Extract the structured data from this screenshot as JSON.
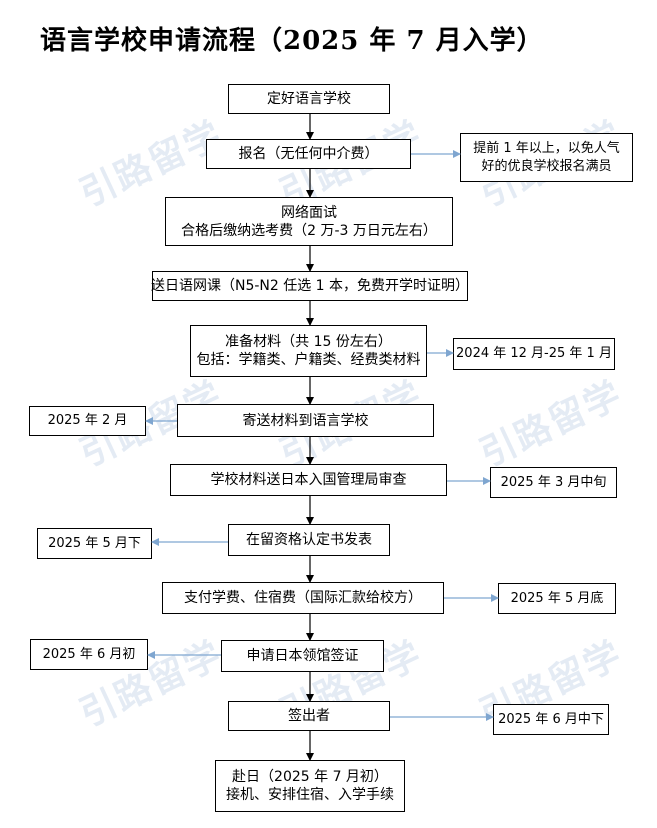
{
  "title": "语言学校申请流程（2025 年 7 月入学）",
  "watermark": "引路留学",
  "steps": [
    {
      "lines": [
        "定好语言学校"
      ]
    },
    {
      "lines": [
        "报名（无任何中介费）"
      ]
    },
    {
      "lines": [
        "网络面试",
        "合格后缴纳选考费（2 万-3 万日元左右）"
      ]
    },
    {
      "lines": [
        "送日语网课（N5-N2 任选 1 本，免费开学时证明）"
      ]
    },
    {
      "lines": [
        "准备材料（共 15 份左右）",
        "包括：学籍类、户籍类、经费类材料"
      ]
    },
    {
      "lines": [
        "寄送材料到语言学校"
      ]
    },
    {
      "lines": [
        "学校材料送日本入国管理局审查"
      ]
    },
    {
      "lines": [
        "在留资格认定书发表"
      ]
    },
    {
      "lines": [
        "支付学费、住宿费（国际汇款给校方）"
      ]
    },
    {
      "lines": [
        "申请日本领馆签证"
      ]
    },
    {
      "lines": [
        "签出者"
      ]
    },
    {
      "lines": [
        "赴日（2025 年 7 月初）",
        "接机、安排住宿、入学手续"
      ]
    }
  ],
  "notes": [
    {
      "lines": [
        "提前 1 年以上，以免人气",
        "好的优良学校报名满员"
      ]
    },
    {
      "lines": [
        "2024 年 12 月-25 年 1 月"
      ]
    },
    {
      "lines": [
        "2025 年 2 月"
      ]
    },
    {
      "lines": [
        "2025 年 3 月中旬"
      ]
    },
    {
      "lines": [
        "2025 年 5 月下"
      ]
    },
    {
      "lines": [
        "2025 年 5 月底"
      ]
    },
    {
      "lines": [
        "2025 年 6 月初"
      ]
    },
    {
      "lines": [
        "2025 年 6 月中下"
      ]
    }
  ],
  "colors": {
    "flow_arrow": "#000000",
    "side_arrow": "#7fa6d0",
    "watermark": "#d9e3f0"
  }
}
